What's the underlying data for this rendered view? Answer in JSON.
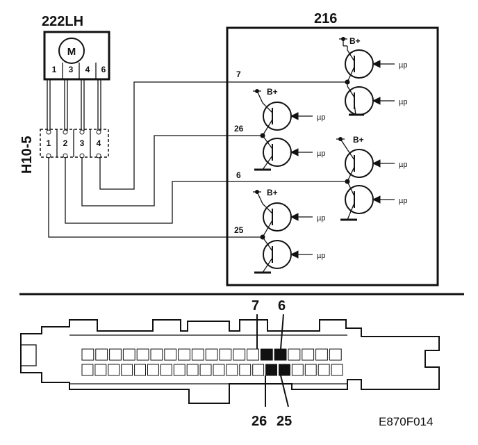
{
  "diagram": {
    "motor_label": "222LH",
    "motor_symbol": "M",
    "motor_pins": [
      "1",
      "3",
      "4",
      "6"
    ],
    "connector_label": "H10-5",
    "connector_pins": [
      "1",
      "2",
      "3",
      "4"
    ],
    "module_label": "216",
    "supply_label": "B+",
    "driver_label": "µp",
    "wire_labels": [
      "7",
      "26",
      "6",
      "25"
    ],
    "connector_callouts_top": [
      "7",
      "6"
    ],
    "connector_callouts_bottom": [
      "26",
      "25"
    ],
    "figure_code": "E870F014"
  }
}
